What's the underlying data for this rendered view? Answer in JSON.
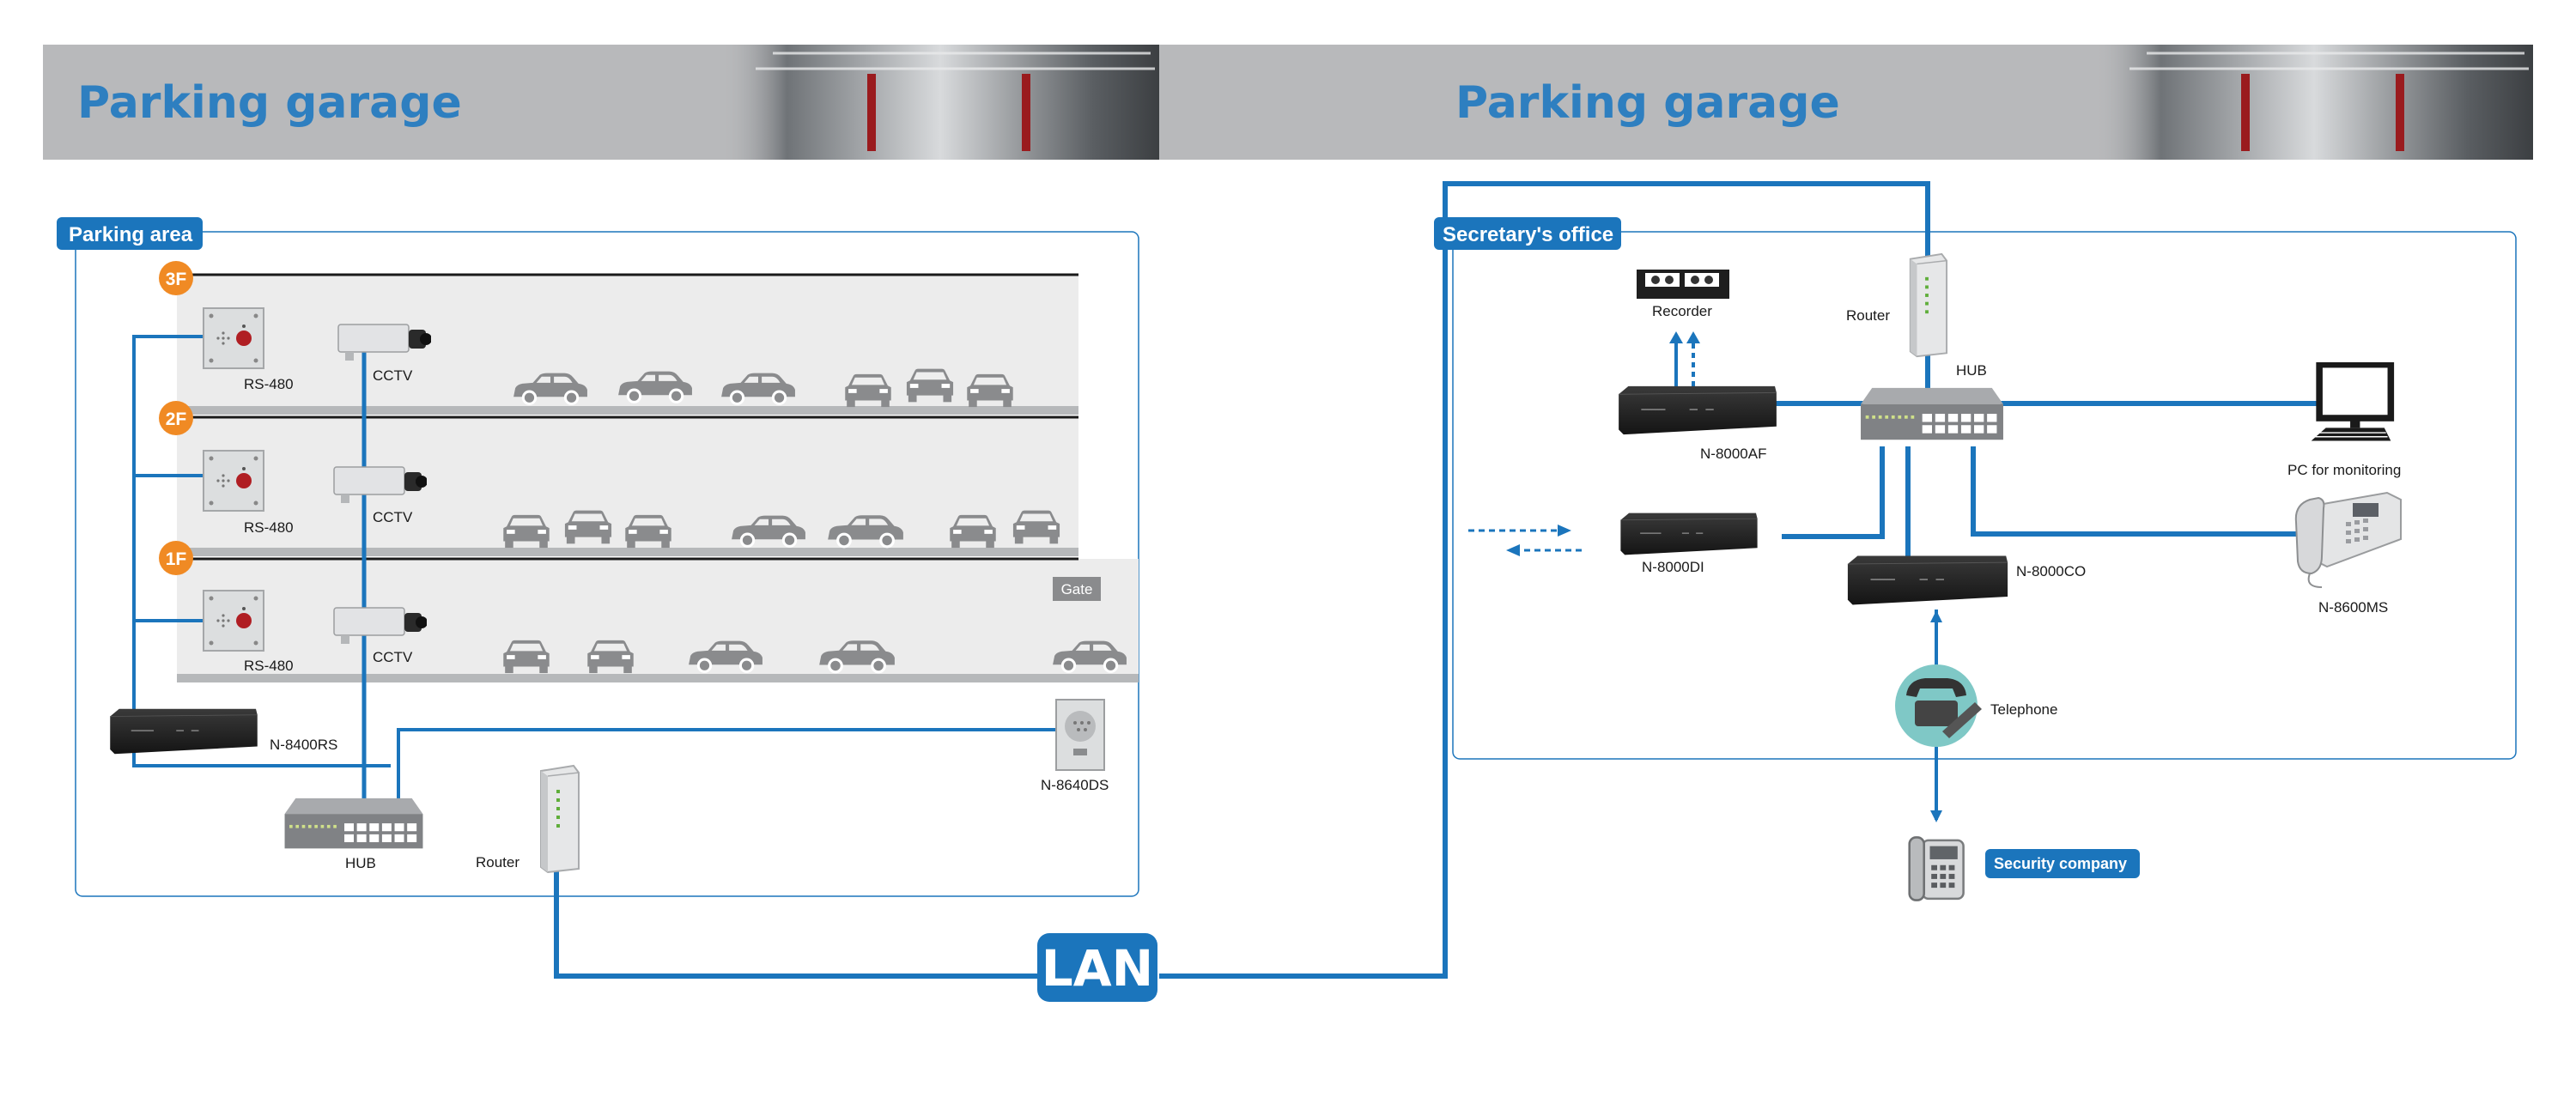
{
  "headers": {
    "left_title": "Parking garage",
    "right_title": "Parking garage"
  },
  "zones": {
    "parking_area": "Parking area",
    "secretary_office": "Secretary's office"
  },
  "floors": [
    "3F",
    "2F",
    "1F"
  ],
  "labels": {
    "rs480": "RS-480",
    "cctv": "CCTV",
    "gate": "Gate",
    "n8400rs": "N-8400RS",
    "hub": "HUB",
    "router": "Router",
    "n8640ds": "N-8640DS",
    "lan": "LAN",
    "recorder": "Recorder",
    "n8000af": "N-8000AF",
    "n8000di": "N-8000DI",
    "n8000co": "N-8000CO",
    "pc_monitoring": "PC for monitoring",
    "n8600ms": "N-8600MS",
    "telephone": "Telephone",
    "security_company": "Security company"
  },
  "colors": {
    "line_blue": "#1b75bc",
    "title_blue": "#2e7fc0",
    "header_gray": "#b8b9bb",
    "floor_orange": "#f08a24",
    "floor_band": "#ececec",
    "device_dark": "#2b2b2b",
    "car_gray": "#8a8b8d"
  },
  "icons": [
    "camera-icon",
    "car-icon",
    "rs480-panel-icon",
    "router-icon",
    "hub-icon",
    "pc-icon",
    "desk-phone-icon",
    "telephone-icon",
    "recorder-icon"
  ]
}
